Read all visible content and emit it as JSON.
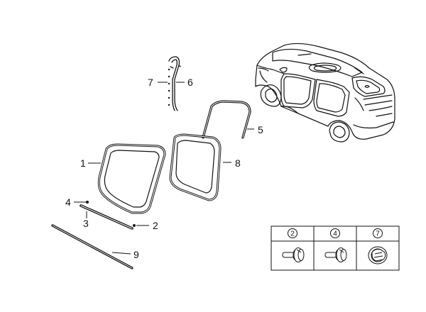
{
  "callouts": {
    "c1": "1",
    "c2": "2",
    "c3": "3",
    "c4": "4",
    "c5": "5",
    "c6": "6",
    "c7": "7",
    "c8": "8",
    "c9": "9"
  },
  "legend": {
    "items": [
      {
        "num": "2",
        "icon": "push-pin-clip-icon"
      },
      {
        "num": "4",
        "icon": "push-pin-clip-icon"
      },
      {
        "num": "7",
        "icon": "hook-clip-icon"
      }
    ]
  }
}
